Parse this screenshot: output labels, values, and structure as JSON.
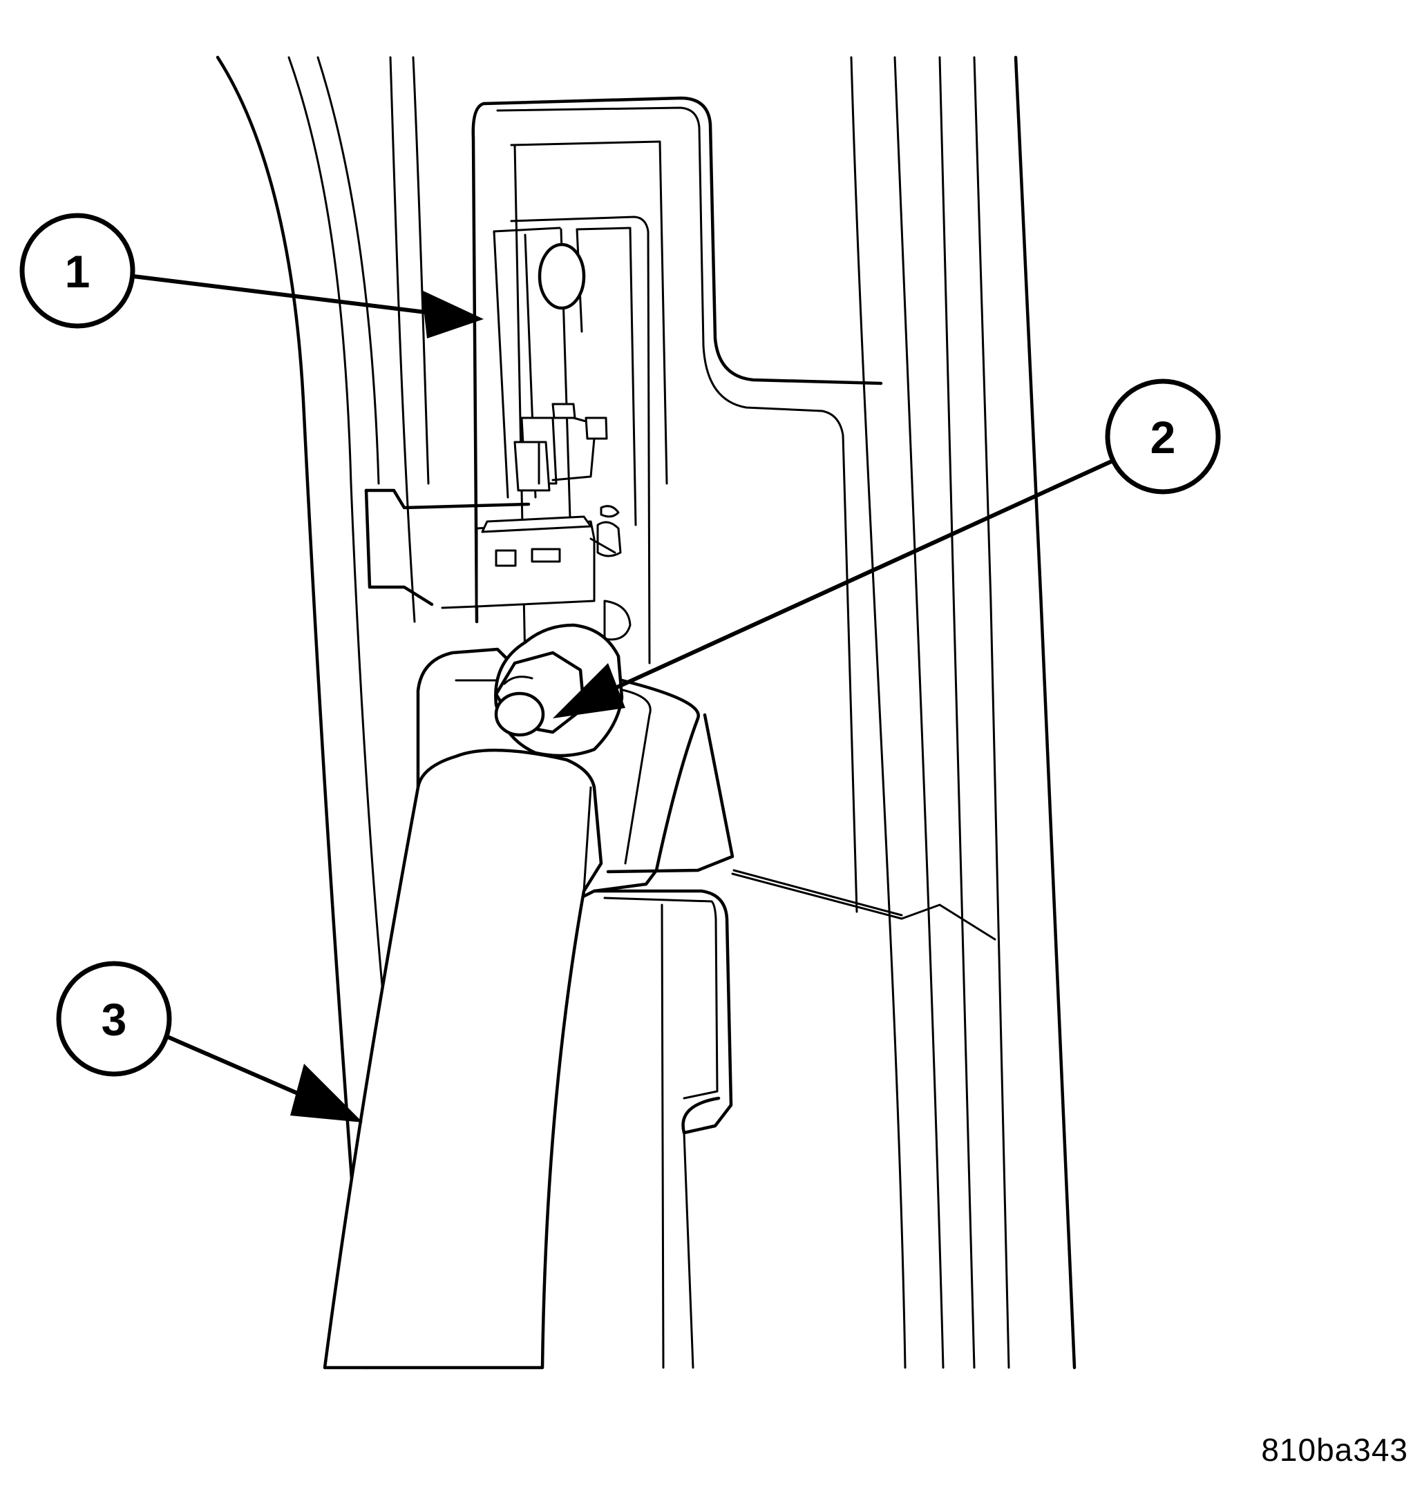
{
  "callouts": [
    {
      "label": "1"
    },
    {
      "label": "2"
    },
    {
      "label": "3"
    }
  ],
  "figure_id": "810ba343"
}
